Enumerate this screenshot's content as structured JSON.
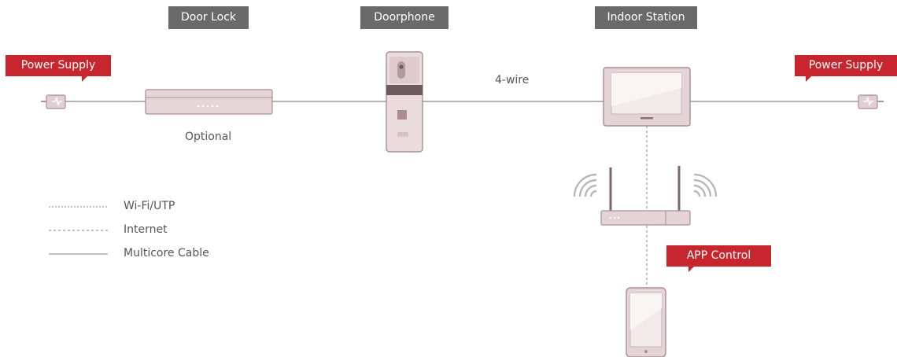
{
  "headers": {
    "door_lock": "Door Lock",
    "doorphone": "Doorphone",
    "indoor_station": "Indoor Station"
  },
  "tags": {
    "power_supply_left": "Power Supply",
    "power_supply_right": "Power Supply",
    "app_control": "APP Control"
  },
  "labels": {
    "four_wire": "4-wire",
    "optional": "Optional"
  },
  "legend": {
    "wifi_utp": "Wi-Fi/UTP",
    "internet": "Internet",
    "multicore": "Multicore Cable"
  },
  "colors": {
    "header_bg": "#6a6a6a",
    "accent_red": "#c8262e",
    "device_fill": "#e8d8da",
    "device_stroke": "#a88e92",
    "line": "#9a9a9a"
  },
  "icons": [
    "power-plug-icon",
    "door-lock-icon",
    "doorphone-icon",
    "indoor-monitor-icon",
    "wifi-router-icon",
    "wifi-signal-icon",
    "smartphone-icon"
  ]
}
